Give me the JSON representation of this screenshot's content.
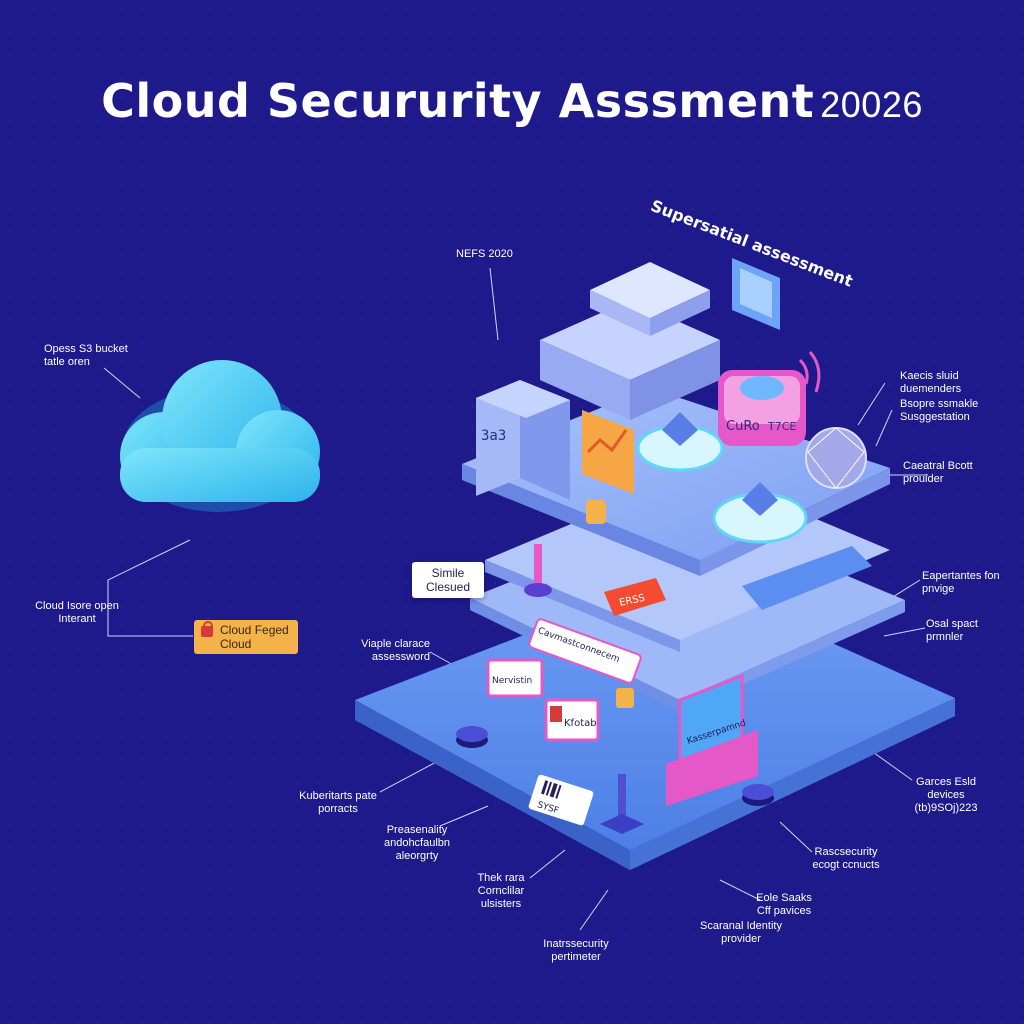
{
  "title": {
    "main": "Cloud Secururity Asssment",
    "year": "20026"
  },
  "subtitle": "Supersatial assessment",
  "cloud_card": {
    "label": "Cloud Feged Cloud"
  },
  "status_card": {
    "label": "Simile Clesued"
  },
  "labels": {
    "top_version": "NEFS 2020",
    "s3_bucket": "Opess S3 bucket tatle oren",
    "cloud_open": "Cloud Isore open Interant",
    "cloud_requirements": "Kaecis sluid duemenders",
    "storage_suggestion": "Bsopre ssmakle Susggestation",
    "central_provider": "Caeatral Bcott prouider",
    "experiences": "Eapertantes fon pnvige",
    "osal_spact": "Osal spact prmnler",
    "visible_clarace": "Viaple clarace assessword",
    "kubernetes": "Kuberitarts pate porracts",
    "presentity": "Preasenality andohcfaulbn aleorgrty",
    "thek_controller": "Thek rara Cornclilar ulsisters",
    "perimeter": "Inatrssecurity pertimeter",
    "identity_provider": "Scaranal Identity provider",
    "eole_devices": "Eole Saaks Cff pavices",
    "resecurity": "Rascsecurity ecogt ccnucts",
    "gances_devices": "Garces Esld devices (tb)9SOj)223"
  },
  "device_labels": {
    "server_tag": "3a3",
    "cube_tag": "CuRo",
    "cube_tag2": "T7CE",
    "red_tag": "ERSS",
    "panel_1": "Cavmastconnecem",
    "panel_2": "Nervistin",
    "panel_3": "Kfotab",
    "panel_4": "Kasserpamnd",
    "ticket": "SYSF"
  },
  "colors": {
    "background": "#1e1a8c",
    "platform_base": "#5a8ef0",
    "platform_mid": "#7ba7f4",
    "platform_top": "#8fb2f6",
    "cloud": "#4fd2f3",
    "accent_pink": "#e458c8",
    "accent_orange": "#f39a2e",
    "label_text": "#ffffff"
  }
}
